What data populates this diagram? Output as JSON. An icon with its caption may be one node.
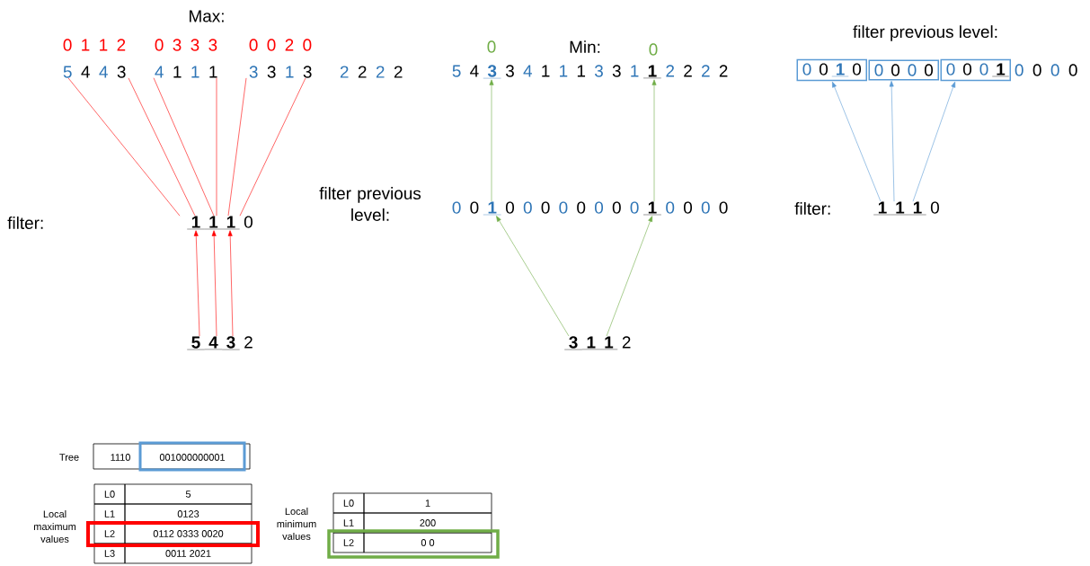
{
  "diagram": {
    "nodes": [
      {
        "text": [
          "5",
          "4",
          "4",
          "3"
        ],
        "beside": [
          "0 1 1 2"
        ]
      },
      {
        "text": [
          "4",
          "1",
          "1",
          "1"
        ],
        "beside": [
          "0 3 3 3"
        ]
      },
      {
        "text": [
          "3",
          "3",
          "1",
          "3"
        ],
        "beside": [
          "0 0 2 0"
        ]
      },
      {
        "text": [
          "2",
          "2",
          "2",
          "2"
        ]
      },
      {
        "text": [
          "1",
          "1",
          "1",
          "0"
        ]
      },
      {
        "text": [
          "5",
          "4",
          "3",
          "2"
        ]
      },
      {
        "text": [
          "5",
          "4",
          "3",
          "3",
          "4",
          "1",
          "1",
          "1",
          "3",
          "3",
          "1",
          "1",
          "2",
          "2",
          "2",
          "2"
        ],
        "beside": [
          "0",
          "0"
        ]
      },
      {
        "text": [
          "0",
          "0",
          "1",
          "0",
          "0",
          "0",
          "0",
          "0",
          "0",
          "0",
          "0",
          "1",
          "0",
          "0",
          "0",
          "0"
        ]
      },
      {
        "text": [
          "3",
          "1",
          "1",
          "2"
        ]
      },
      {
        "text": [
          "0",
          "0",
          "1",
          "0"
        ]
      },
      {
        "text": [
          "0",
          "0",
          "0",
          "0"
        ]
      },
      {
        "text": [
          "0",
          "0",
          "0",
          "1"
        ]
      },
      {
        "text": [
          "0",
          "0",
          "0",
          "0"
        ]
      },
      {
        "text": [
          "1",
          "1",
          "1",
          "0"
        ]
      }
    ],
    "edges": [
      {
        "from": 4,
        "to": 0,
        "arrow": "none",
        "color": "#ff0000"
      },
      {
        "from": 4,
        "to": 0,
        "arrow": "none",
        "color": "#ff0000"
      },
      {
        "from": 4,
        "to": 1,
        "arrow": "none",
        "color": "#ff0000"
      },
      {
        "from": 4,
        "to": 1,
        "arrow": "none",
        "color": "#ff0000"
      },
      {
        "from": 4,
        "to": 2,
        "arrow": "none",
        "color": "#ff0000"
      },
      {
        "from": 4,
        "to": 2,
        "arrow": "none",
        "color": "#ff0000"
      },
      {
        "from": 5,
        "to": 4,
        "arrow": "to",
        "color": "#ff0000"
      },
      {
        "from": 5,
        "to": 4,
        "arrow": "to",
        "color": "#ff0000"
      },
      {
        "from": 5,
        "to": 4,
        "arrow": "to",
        "color": "#ff0000"
      },
      {
        "from": 7,
        "to": 6,
        "arrow": "to",
        "color": "#70ad47"
      },
      {
        "from": 7,
        "to": 6,
        "arrow": "to",
        "color": "#70ad47"
      },
      {
        "from": 8,
        "to": 7,
        "arrow": "to",
        "color": "#70ad47"
      },
      {
        "from": 8,
        "to": 7,
        "arrow": "to",
        "color": "#70ad47"
      },
      {
        "from": 13,
        "to": 9,
        "arrow": "to",
        "color": "#5b9bd5"
      },
      {
        "from": 13,
        "to": 10,
        "arrow": "to",
        "color": "#5b9bd5"
      },
      {
        "from": 13,
        "to": 11,
        "arrow": "to",
        "color": "#5b9bd5"
      }
    ],
    "labels": [
      "Max:",
      "filter:",
      "Min:",
      "filter previous level:",
      "filter previous level:",
      "filter:",
      "Tree",
      "1110",
      "001000000001",
      "Local maximum values",
      "L0",
      "5",
      "L1",
      "0123",
      "L2",
      "0112 0333 0020",
      "L3",
      "0011 2021",
      "Local minimum values",
      "L0",
      "1",
      "L1",
      "200",
      "L2",
      "0 0"
    ]
  }
}
